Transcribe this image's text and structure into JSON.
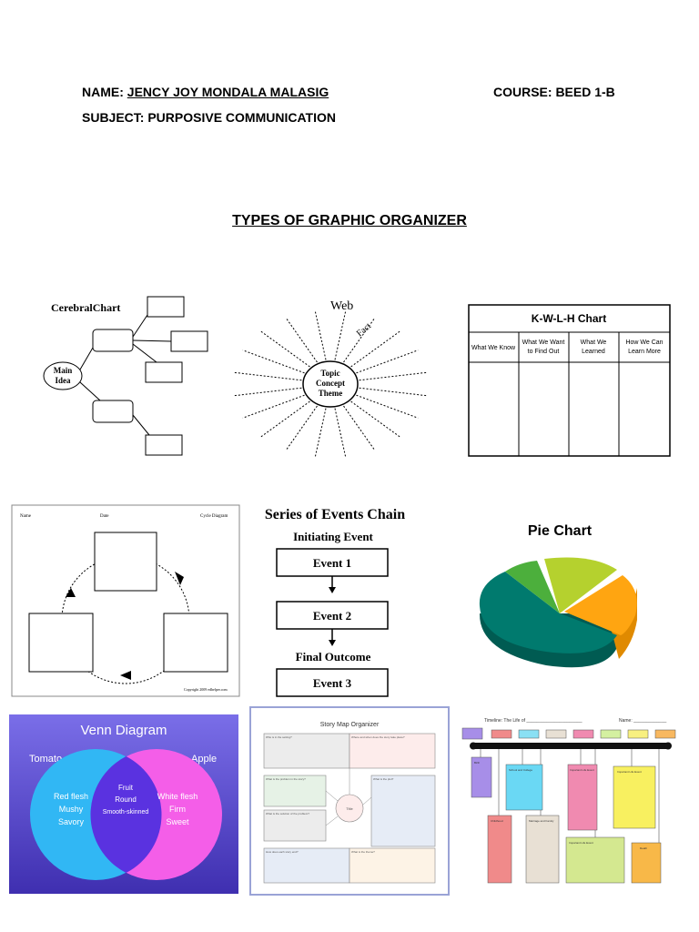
{
  "header": {
    "name_label": "NAME:",
    "name_value": "JENCY JOY MONDALA MALASIG",
    "course_label": "COURSE: BEED 1-B",
    "subject_label": "SUBJECT: PURPOSIVE COMMUNICATION"
  },
  "title": "TYPES OF GRAPHIC ORGANIZER",
  "cerebral": {
    "title": "CerebralChart",
    "main_idea_line1": "Main",
    "main_idea_line2": "Idea"
  },
  "web": {
    "title": "Web",
    "fact": "Fact",
    "center_line1": "Topic",
    "center_line2": "Concept",
    "center_line3": "Theme"
  },
  "kwlh": {
    "title": "K-W-L-H Chart",
    "col1": "What We Know",
    "col2a": "What We Want",
    "col2b": "to Find Out",
    "col3a": "What We",
    "col3b": "Learned",
    "col4a": "How We Can",
    "col4b": "Learn More"
  },
  "cycle": {
    "name": "Name",
    "date": "Date",
    "type": "Cycle Diagram",
    "copyright": "Copyright 2009 edhelper.com"
  },
  "events": {
    "title": "Series of Events Chain",
    "initiating": "Initiating Event",
    "event1": "Event 1",
    "event2": "Event 2",
    "final": "Final Outcome",
    "event3": "Event 3"
  },
  "pie": {
    "title": "Pie Chart",
    "colors": [
      "#007a6e",
      "#4caf3c",
      "#b5d12e",
      "#ffa511"
    ]
  },
  "venn": {
    "title": "Venn Diagram",
    "left_label": "Tomato",
    "right_label": "Apple",
    "left1": "Red flesh",
    "left2": "Mushy",
    "left3": "Savory",
    "mid1": "Fruit",
    "mid2": "Round",
    "mid3": "Smooth-skinned",
    "right1": "White flesh",
    "right2": "Firm",
    "right3": "Sweet"
  },
  "story": {
    "title": "Story Map Organizer",
    "box1": "Who is in the setting?",
    "box2": "Where and when does the story take place?",
    "box3": "What is the problem in the story?",
    "box4": "What is the plot?",
    "box5": "What is the solution of the problem?",
    "center": "Title",
    "box6": "How does each story end?",
    "box7": "What is the theme?"
  },
  "timeline": {
    "title": "Timeline:  The Life of ______________________",
    "name": "Name: _____________",
    "birth": "Birth",
    "school": "School and College",
    "important1": "Important Life Event",
    "important2": "Important Life Event",
    "childhood": "Childhood",
    "marriage": "Marriage and Family",
    "important3": "Important Life Event",
    "death": "Death"
  }
}
